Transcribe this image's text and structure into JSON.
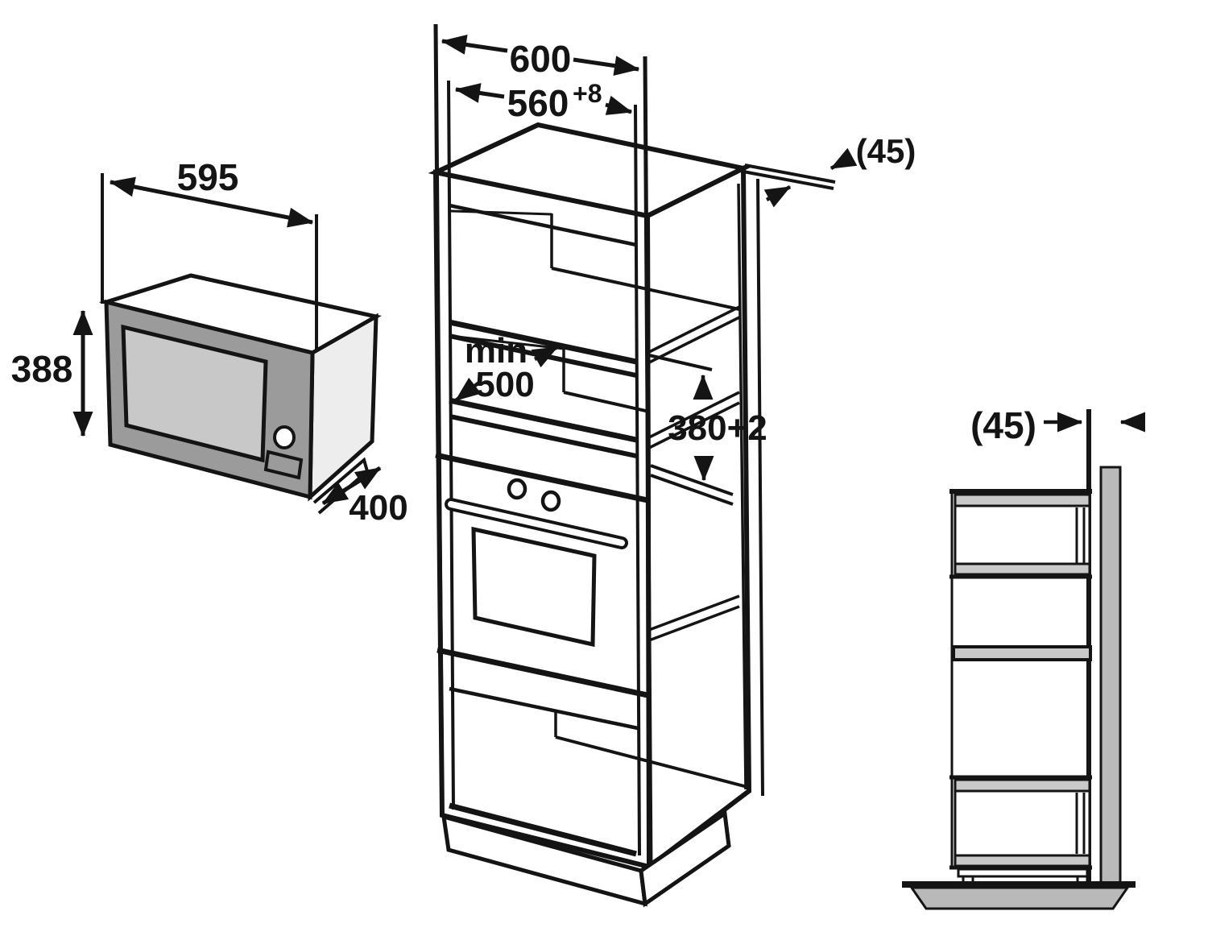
{
  "diagram": {
    "kind": "built-in microwave installation drawing",
    "unit": "mm"
  },
  "colors": {
    "ink": "#141414",
    "panel_gray": "#9b9b9b",
    "window_gray": "#c8c8c8",
    "side_gray": "#ededed",
    "shelf_gray": "#c9c9c9",
    "wall_gray": "#b9b9b9"
  },
  "microwave_view": {
    "width_label": "595",
    "height_label": "388",
    "depth_label": "400"
  },
  "cabinet_view": {
    "outer_width_label": "600",
    "niche_width_label": "560",
    "niche_width_tolerance": "+8",
    "rear_gap_label": "(45)",
    "min_depth_word": "min",
    "min_depth_value": "500",
    "niche_height_label": "380+2"
  },
  "side_view": {
    "rear_gap_label": "(45)"
  }
}
